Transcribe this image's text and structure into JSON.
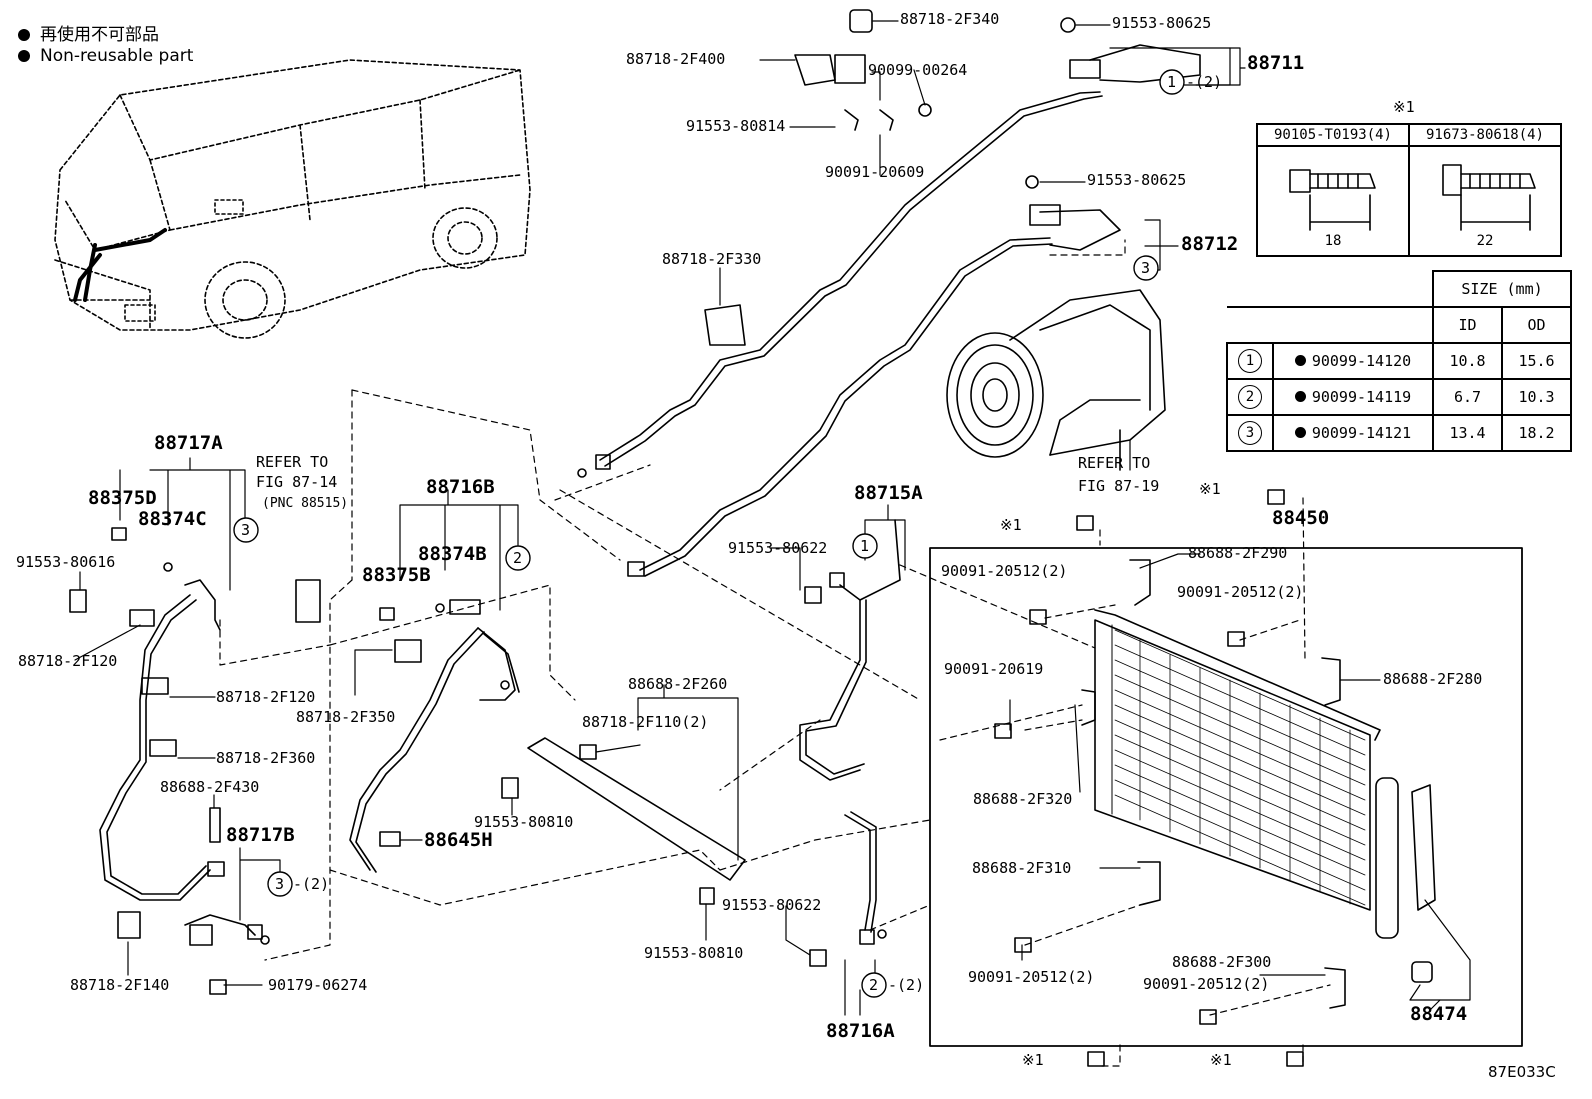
{
  "legend": {
    "line1": "再使用不可部品",
    "line2": "Non-reusable part"
  },
  "note_mark": "※1",
  "figure_code": "87E033C",
  "fastener_table": {
    "mark": "※1",
    "col1_header": "90105-T0193(4)",
    "col2_header": "91673-80618(4)",
    "col1_dim": "18",
    "col2_dim": "22"
  },
  "size_table": {
    "header_size": "SIZE (mm)",
    "header_id": "ID",
    "header_od": "OD",
    "rows": [
      {
        "circle": "1",
        "part": "90099-14120",
        "id": "10.8",
        "od": "15.6"
      },
      {
        "circle": "2",
        "part": "90099-14119",
        "id": "6.7",
        "od": "10.3"
      },
      {
        "circle": "3",
        "part": "90099-14121",
        "id": "13.4",
        "od": "18.2"
      }
    ]
  },
  "callouts": {
    "c88718_2F340": "88718-2F340",
    "c91553_80625_a": "91553-80625",
    "c88711": "88711",
    "c88711_qty": "-(2)",
    "c88718_2F400": "88718-2F400",
    "c90099_00264": "90099-00264",
    "c91553_80814": "91553-80814",
    "c90091_20609": "90091-20609",
    "c91553_80625_b": "91553-80625",
    "c88712": "88712",
    "c88718_2F330": "88718-2F330",
    "c88717A": "88717A",
    "c88375D": "88375D",
    "c88374C": "88374C",
    "refer_to_1": "REFER TO",
    "fig_87_14": "FIG 87-14",
    "pnc_88515": "(PNC 88515)",
    "c88716B": "88716B",
    "c88374B": "88374B",
    "c88375B": "88375B",
    "c91553_80616": "91553-80616",
    "c88718_2F120_a": "88718-2F120",
    "c88718_2F120_b": "88718-2F120",
    "c88718_2F350": "88718-2F350",
    "c88718_2F360": "88718-2F360",
    "c88688_2F430": "88688-2F430",
    "c88717B": "88717B",
    "c88717B_qty": "-(2)",
    "c88645H": "88645H",
    "c88718_2F140": "88718-2F140",
    "c90179_06274": "90179-06274",
    "c88688_2F260": "88688-2F260",
    "c88718_2F110": "88718-2F110(2)",
    "c91553_80810_a": "91553-80810",
    "c91553_80810_b": "91553-80810",
    "c91553_80622_a": "91553-80622",
    "c91553_80622_b": "91553-80622",
    "c88715A": "88715A",
    "c88716A": "88716A",
    "c88716A_qty": "-(2)",
    "refer_to_2": "REFER TO",
    "fig_87_19": "FIG 87-19",
    "c88450": "88450",
    "c88688_2F290": "88688-2F290",
    "c90091_20512_a": "90091-20512(2)",
    "c90091_20512_b": "90091-20512(2)",
    "c90091_20512_c": "90091-20512(2)",
    "c90091_20512_d": "90091-20512(2)",
    "c88688_2F280": "88688-2F280",
    "c90091_20619": "90091-20619",
    "c88688_2F320": "88688-2F320",
    "c88688_2F310": "88688-2F310",
    "c88688_2F300": "88688-2F300",
    "c88474": "88474"
  },
  "circle_marks": [
    "1",
    "2",
    "3"
  ]
}
